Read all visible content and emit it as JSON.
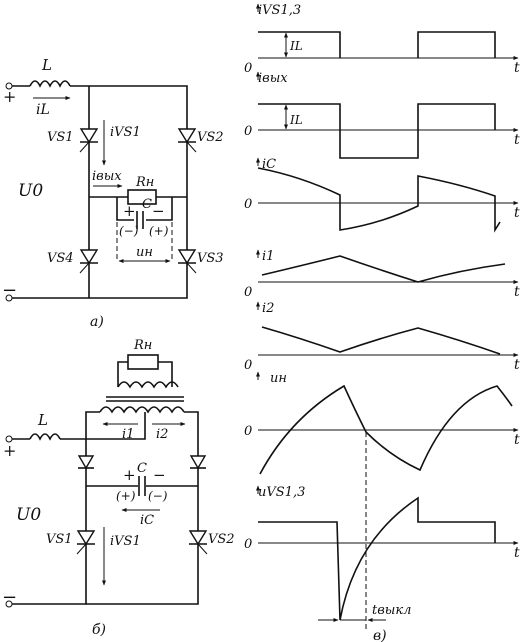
{
  "circuit_a": {
    "caption": "а)",
    "source_label": "U0",
    "plus": "+",
    "minus": "−",
    "inductor": "L",
    "inductor_current": "iL",
    "thyristors": [
      "VS1",
      "VS2",
      "VS3",
      "VS4"
    ],
    "thyristor_current": "iVS1",
    "load_resistor": "Rн",
    "output_current": "iвых",
    "capacitor": "C",
    "cap_polarity_main": [
      "+",
      "−"
    ],
    "cap_polarity_alt": [
      "(−)",
      "(+)"
    ],
    "load_voltage": "uн"
  },
  "circuit_b": {
    "caption": "б)",
    "source_label": "U0",
    "plus": "+",
    "minus": "−",
    "inductor": "L",
    "load_resistor": "Rн",
    "transformer_currents": [
      "i1",
      "i2"
    ],
    "capacitor": "C",
    "cap_polarity_main": [
      "+",
      "−"
    ],
    "cap_polarity_alt": [
      "(+)",
      "(−)"
    ],
    "capacitor_current": "iC",
    "thyristors": [
      "VS1",
      "VS2"
    ],
    "thyristor_current": "iVS1"
  },
  "waveforms": {
    "caption": "в)",
    "t_axis": "t",
    "zero": "0",
    "il_marker": "IL",
    "turn_off_label": "tвыкл",
    "plots": [
      {
        "id": "ivs13",
        "ylabel": "iVS1,3"
      },
      {
        "id": "ivyx",
        "ylabel": "iвых"
      },
      {
        "id": "ic",
        "ylabel": "iC"
      },
      {
        "id": "i1",
        "ylabel": "i1"
      },
      {
        "id": "i2",
        "ylabel": "i2"
      },
      {
        "id": "un",
        "ylabel": "uн"
      },
      {
        "id": "uvs13",
        "ylabel": "uVS1,3"
      }
    ]
  }
}
